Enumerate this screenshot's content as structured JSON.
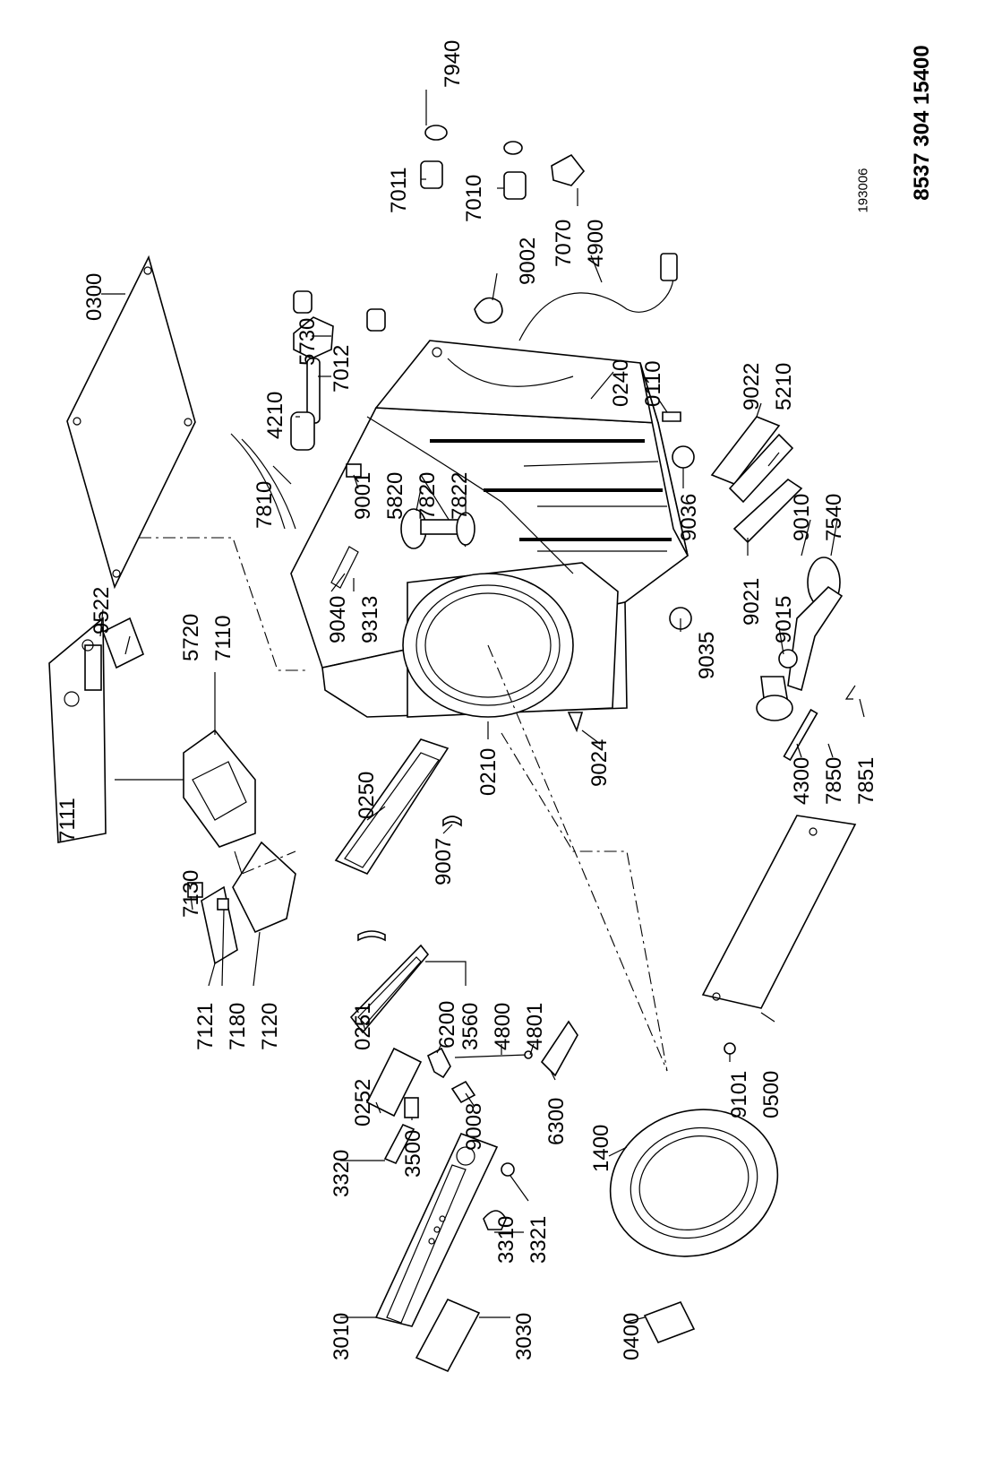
{
  "header": {
    "drawing_number": "193006",
    "document_number": "8537 304 15400"
  },
  "parts": [
    {
      "id": "p0300",
      "label": "0300"
    },
    {
      "id": "p7011",
      "label": "7011"
    },
    {
      "id": "p7940",
      "label": "7940"
    },
    {
      "id": "p7010",
      "label": "7010"
    },
    {
      "id": "p7070",
      "label": "7070"
    },
    {
      "id": "p4900",
      "label": "4900"
    },
    {
      "id": "p9002",
      "label": "9002"
    },
    {
      "id": "p5730",
      "label": "5730"
    },
    {
      "id": "p7012",
      "label": "7012"
    },
    {
      "id": "p4210",
      "label": "4210"
    },
    {
      "id": "p7810",
      "label": "7810"
    },
    {
      "id": "p0240",
      "label": "0240"
    },
    {
      "id": "p0110",
      "label": "0110"
    },
    {
      "id": "p9022",
      "label": "9022"
    },
    {
      "id": "p5210",
      "label": "5210"
    },
    {
      "id": "p9001",
      "label": "9001"
    },
    {
      "id": "p5820",
      "label": "5820"
    },
    {
      "id": "p7820",
      "label": "7820"
    },
    {
      "id": "p7822",
      "label": "7822"
    },
    {
      "id": "p9036",
      "label": "9036"
    },
    {
      "id": "p9010",
      "label": "9010"
    },
    {
      "id": "p7540",
      "label": "7540"
    },
    {
      "id": "p9021",
      "label": "9021"
    },
    {
      "id": "p9035",
      "label": "9035"
    },
    {
      "id": "p9015",
      "label": "9015"
    },
    {
      "id": "p9522",
      "label": "9522"
    },
    {
      "id": "p5720",
      "label": "5720"
    },
    {
      "id": "p7110",
      "label": "7110"
    },
    {
      "id": "p9040",
      "label": "9040"
    },
    {
      "id": "p9313",
      "label": "9313"
    },
    {
      "id": "p7111",
      "label": "7111"
    },
    {
      "id": "p0250",
      "label": "0250"
    },
    {
      "id": "p0210",
      "label": "0210"
    },
    {
      "id": "p9024",
      "label": "9024"
    },
    {
      "id": "p4300",
      "label": "4300"
    },
    {
      "id": "p7850",
      "label": "7850"
    },
    {
      "id": "p7851",
      "label": "7851"
    },
    {
      "id": "p9007",
      "label": "9007"
    },
    {
      "id": "p7130",
      "label": "7130"
    },
    {
      "id": "p7121",
      "label": "7121"
    },
    {
      "id": "p7180",
      "label": "7180"
    },
    {
      "id": "p7120",
      "label": "7120"
    },
    {
      "id": "p0251",
      "label": "0251"
    },
    {
      "id": "p3560",
      "label": "3560"
    },
    {
      "id": "p6200",
      "label": "6200"
    },
    {
      "id": "p4800",
      "label": "4800"
    },
    {
      "id": "p4801",
      "label": "4801"
    },
    {
      "id": "p0252",
      "label": "0252"
    },
    {
      "id": "p3500",
      "label": "3500"
    },
    {
      "id": "p9008",
      "label": "9008"
    },
    {
      "id": "p6300",
      "label": "6300"
    },
    {
      "id": "p9101",
      "label": "9101"
    },
    {
      "id": "p0500",
      "label": "0500"
    },
    {
      "id": "p3320",
      "label": "3320"
    },
    {
      "id": "p3321",
      "label": "3321"
    },
    {
      "id": "p3310",
      "label": "3310"
    },
    {
      "id": "p1400",
      "label": "1400"
    },
    {
      "id": "p3010",
      "label": "3010"
    },
    {
      "id": "p3030",
      "label": "3030"
    },
    {
      "id": "p0400",
      "label": "0400"
    }
  ]
}
